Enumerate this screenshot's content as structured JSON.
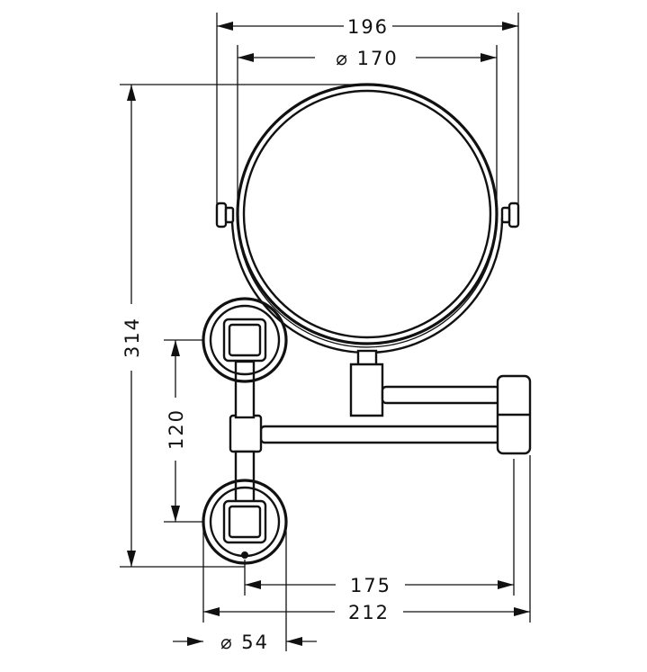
{
  "dimensions": {
    "overall_width": "196",
    "mirror_diameter": "⌀ 170",
    "overall_height": "314",
    "mount_spacing": "120",
    "arm_reach": "175",
    "total_reach": "212",
    "rosette_diameter": "⌀ 54"
  },
  "colors": {
    "line": "#111111",
    "background": "#ffffff"
  }
}
